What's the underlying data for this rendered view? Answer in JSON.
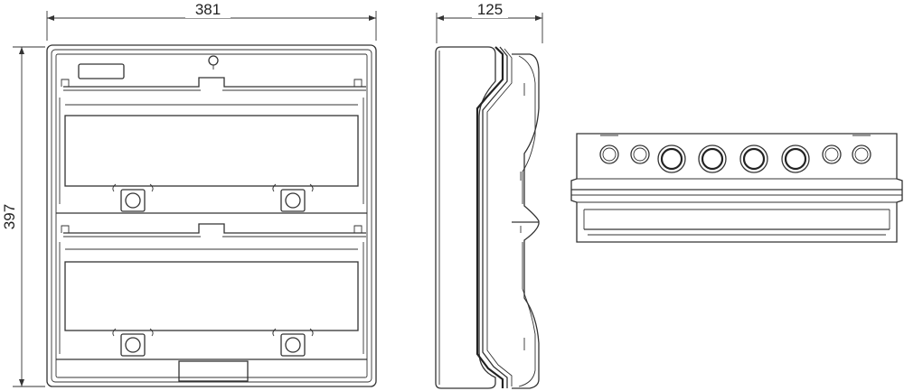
{
  "dimensions": {
    "width": "381",
    "height": "397",
    "depth": "125"
  },
  "colors": {
    "line": "#333333",
    "background": "#ffffff"
  },
  "views": [
    "front-view",
    "side-view",
    "top-view"
  ]
}
